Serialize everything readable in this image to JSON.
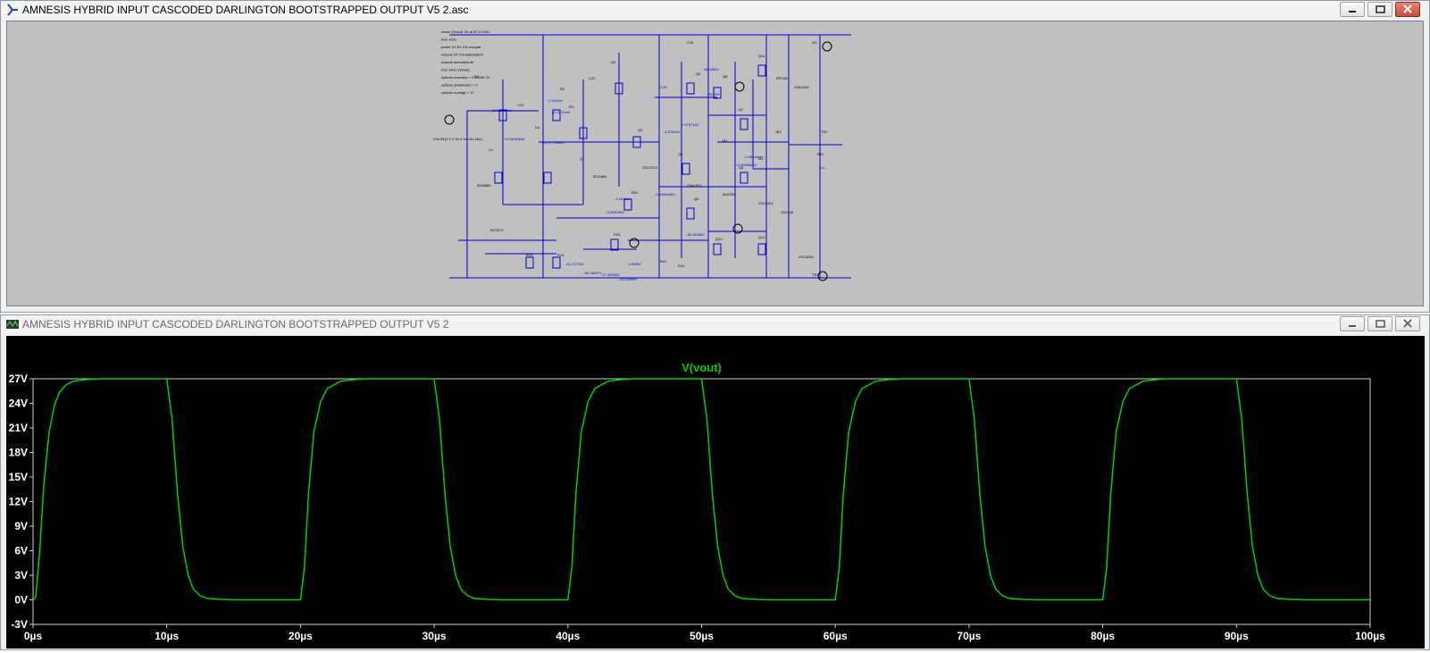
{
  "colors": {
    "schematic_bg": "#c0c0c0",
    "wire": "#0000c8",
    "plot_bg": "#000000",
    "trace": "#00d000",
    "axis_text": "#ffffff"
  },
  "schematic_window": {
    "title": "AMNESIS HYBRID INPUT CASCODED DARLINGTON BOOTSTRAPPED OUTPUT V5 2.asc",
    "icon": "ltspice-schematic-icon",
    "directives": [
      ".meas V(Vout) V5 at 50 10 20s",
      ".tran 100u",
      ".probe 10 1N 100 nsogatt",
      ".include ST CordeBootstrld",
      ".include asmodels.lib",
      ".four 1kHz V(Vout)",
      ".options maxstep = 2.4833E-11",
      ".options plotwinsize = 0",
      ".options numdgt = 12"
    ],
    "source_label": "PULSE(0 1 0 3u 0.3u 10u 20u)",
    "components": [
      "R1",
      "R2",
      "R3",
      "C1",
      "Q1",
      "Q2",
      "Q3",
      "Q4",
      "Q5",
      "Q6",
      "Q7",
      "Q8",
      "Q9",
      "Q10",
      "Q11",
      "Q12",
      "R13",
      "R14",
      "R23",
      "R24",
      "C18",
      "C19",
      "M1",
      "M2",
      "M3",
      "M4",
      "TR1",
      "TR2",
      "TR3",
      "L1",
      "R47",
      "R41",
      "C22",
      "C23",
      "U1",
      "BC556B",
      "BC557C",
      "BC546B",
      "2SC4793",
      "2SA1837",
      "MJE350",
      "2SC3281",
      "IRF540",
      "1N4148",
      "2SA1943",
      "2SC5200"
    ],
    "node_values": [
      "393.8763mV",
      "21.50149mV",
      "-272.7008mV",
      "-40.71778V",
      "-3.033039V",
      "-1.24111V",
      "-0.8396048V",
      "-4.57631V",
      "2.978714V",
      "38.4356V",
      "-0.2195006mV",
      "-1.08516mV",
      "53.4131mV",
      "1.9998V",
      "-36.13897V",
      "-37.26553V",
      "-43.14859V",
      "-35.34168V",
      "17.6913V",
      "26.89V"
    ]
  },
  "plot_window": {
    "title": "AMNESIS HYBRID INPUT CASCODED DARLINGTON BOOTSTRAPPED OUTPUT V5 2",
    "icon": "ltspice-waveform-icon",
    "trace_name": "V(vout)"
  },
  "window_buttons": {
    "minimize": "minimize-icon",
    "restore": "restore-icon",
    "close": "close-icon"
  },
  "chart_data": {
    "type": "line",
    "title": "V(vout)",
    "xlabel": "",
    "ylabel": "",
    "xlim": [
      0,
      100
    ],
    "ylim": [
      -3,
      27
    ],
    "x_ticks": [
      "0µs",
      "10µs",
      "20µs",
      "30µs",
      "40µs",
      "50µs",
      "60µs",
      "70µs",
      "80µs",
      "90µs",
      "100µs"
    ],
    "y_ticks": [
      "27V",
      "24V",
      "21V",
      "18V",
      "15V",
      "12V",
      "9V",
      "6V",
      "3V",
      "0V",
      "-3V"
    ],
    "grid": false,
    "series": [
      {
        "name": "V(vout)",
        "color": "#00d000",
        "x": [
          0,
          0.2,
          0.5,
          0.8,
          1.2,
          1.6,
          2.0,
          2.5,
          3.0,
          4.0,
          5.0,
          10.0,
          10.4,
          10.8,
          11.2,
          11.6,
          12.0,
          12.5,
          13.0,
          14.0,
          15.0,
          20.0,
          20.3,
          20.6,
          21.0,
          21.5,
          22.0,
          23.0,
          24.0,
          25.0,
          30.0,
          30.4,
          30.8,
          31.2,
          31.6,
          32.0,
          32.5,
          33.0,
          34.0,
          35.0,
          40.0,
          40.3,
          40.6,
          41.0,
          41.5,
          42.0,
          43.0,
          44.0,
          45.0,
          50.0,
          50.4,
          50.8,
          51.2,
          51.6,
          52.0,
          52.5,
          53.0,
          54.0,
          55.0,
          60.0,
          60.3,
          60.6,
          61.0,
          61.5,
          62.0,
          63.0,
          64.0,
          65.0,
          70.0,
          70.4,
          70.8,
          71.2,
          71.6,
          72.0,
          72.5,
          73.0,
          74.0,
          75.0,
          80.0,
          80.3,
          80.6,
          81.0,
          81.5,
          82.0,
          83.0,
          84.0,
          85.0,
          90.0,
          90.4,
          90.8,
          91.2,
          91.6,
          92.0,
          92.5,
          93.0,
          94.0,
          95.0,
          100.0
        ],
        "y": [
          0,
          0.3,
          6.0,
          14.0,
          20.5,
          23.8,
          25.4,
          26.3,
          26.7,
          26.9,
          27.0,
          27.0,
          22.0,
          13.0,
          6.5,
          3.0,
          1.3,
          0.5,
          0.2,
          0.05,
          0.0,
          0.0,
          4.0,
          13.0,
          20.5,
          24.2,
          25.8,
          26.7,
          26.9,
          27.0,
          27.0,
          22.0,
          13.0,
          6.5,
          3.0,
          1.3,
          0.5,
          0.2,
          0.05,
          0.0,
          0.0,
          4.0,
          13.0,
          20.5,
          24.2,
          25.8,
          26.7,
          26.9,
          27.0,
          27.0,
          22.0,
          13.0,
          6.5,
          3.0,
          1.3,
          0.5,
          0.2,
          0.05,
          0.0,
          0.0,
          4.0,
          13.0,
          20.5,
          24.2,
          25.8,
          26.7,
          26.9,
          27.0,
          27.0,
          22.0,
          13.0,
          6.5,
          3.0,
          1.3,
          0.5,
          0.2,
          0.05,
          0.0,
          0.0,
          4.0,
          13.0,
          20.5,
          24.2,
          25.8,
          26.7,
          26.9,
          27.0,
          27.0,
          22.0,
          13.0,
          6.5,
          3.0,
          1.3,
          0.5,
          0.2,
          0.05,
          0.0,
          0.0
        ]
      }
    ]
  }
}
